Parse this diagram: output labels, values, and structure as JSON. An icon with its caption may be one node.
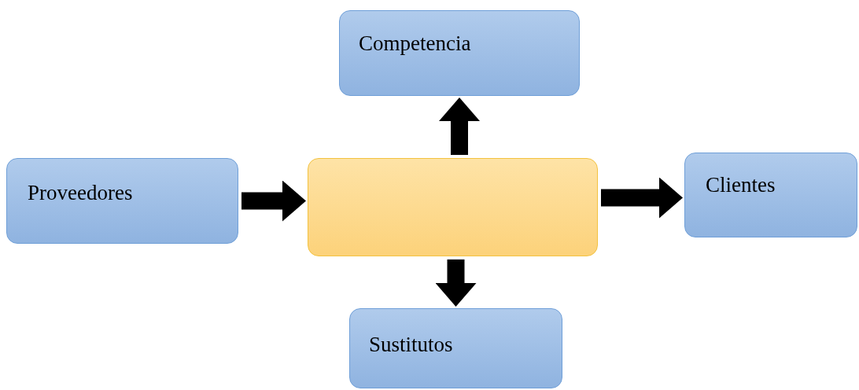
{
  "diagram": {
    "nodes": [
      {
        "text": [
          "Competencia"
        ]
      },
      {
        "text": [
          "Proveedores"
        ]
      },
      {
        "text": [],
        "shape": "box"
      },
      {
        "text": [
          "Clientes"
        ]
      },
      {
        "text": [
          "Sustitutos"
        ]
      }
    ],
    "edges": [
      {
        "from": 1,
        "to": 2,
        "arrow": "to"
      },
      {
        "from": 2,
        "to": 0,
        "arrow": "to"
      },
      {
        "from": 2,
        "to": 3,
        "arrow": "to"
      },
      {
        "from": 2,
        "to": 4,
        "arrow": "to"
      }
    ]
  }
}
